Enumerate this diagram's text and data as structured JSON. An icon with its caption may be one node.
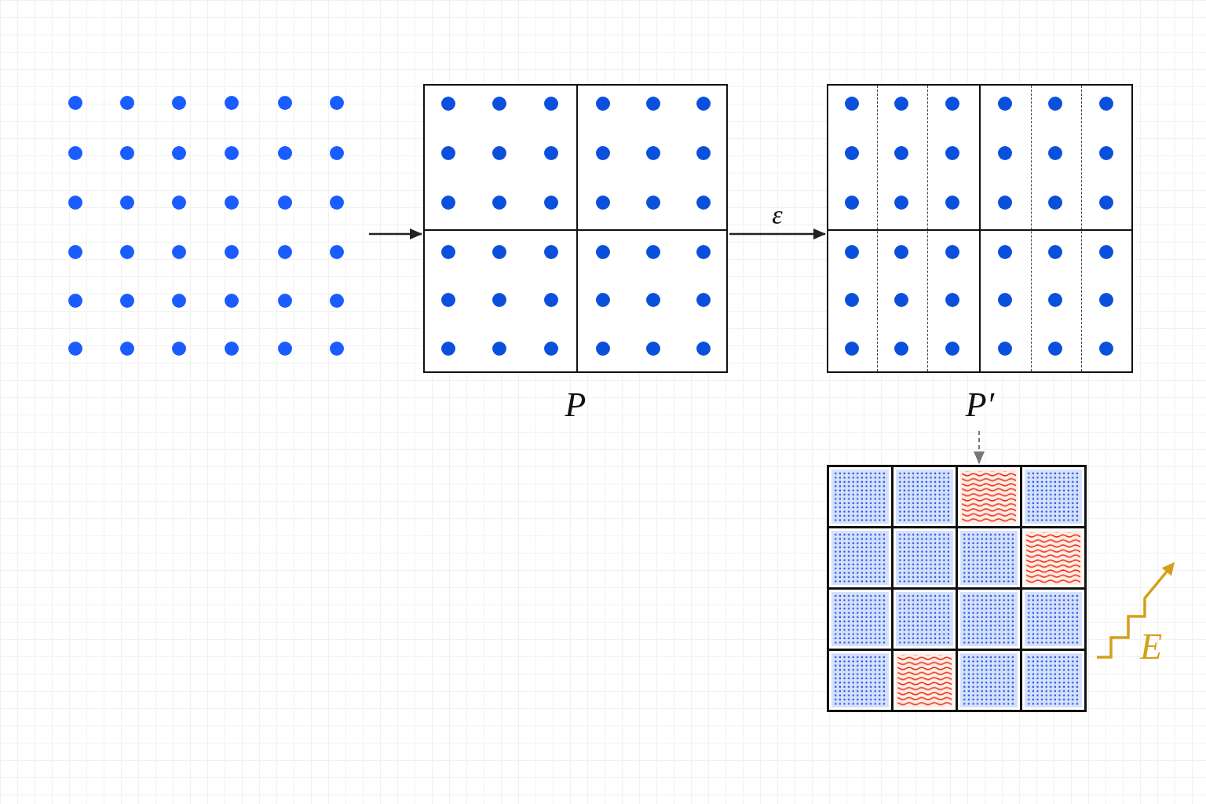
{
  "diagram": {
    "nodes": [
      {
        "text": [],
        "shape": "picture"
      },
      {
        "text": [
          "P"
        ]
      },
      {
        "text": [
          "P′"
        ]
      },
      {
        "text": [],
        "shape": "box"
      }
    ],
    "edges": [
      {
        "from": 0,
        "to": 1,
        "arrow": "to"
      },
      {
        "from": 1,
        "to": 2,
        "arrow": "to",
        "label": "ε"
      },
      {
        "from": 2,
        "to": 3,
        "arrow": "to",
        "style": "dashed",
        "color": "#777777"
      }
    ],
    "labels": [
      "E"
    ]
  }
}
